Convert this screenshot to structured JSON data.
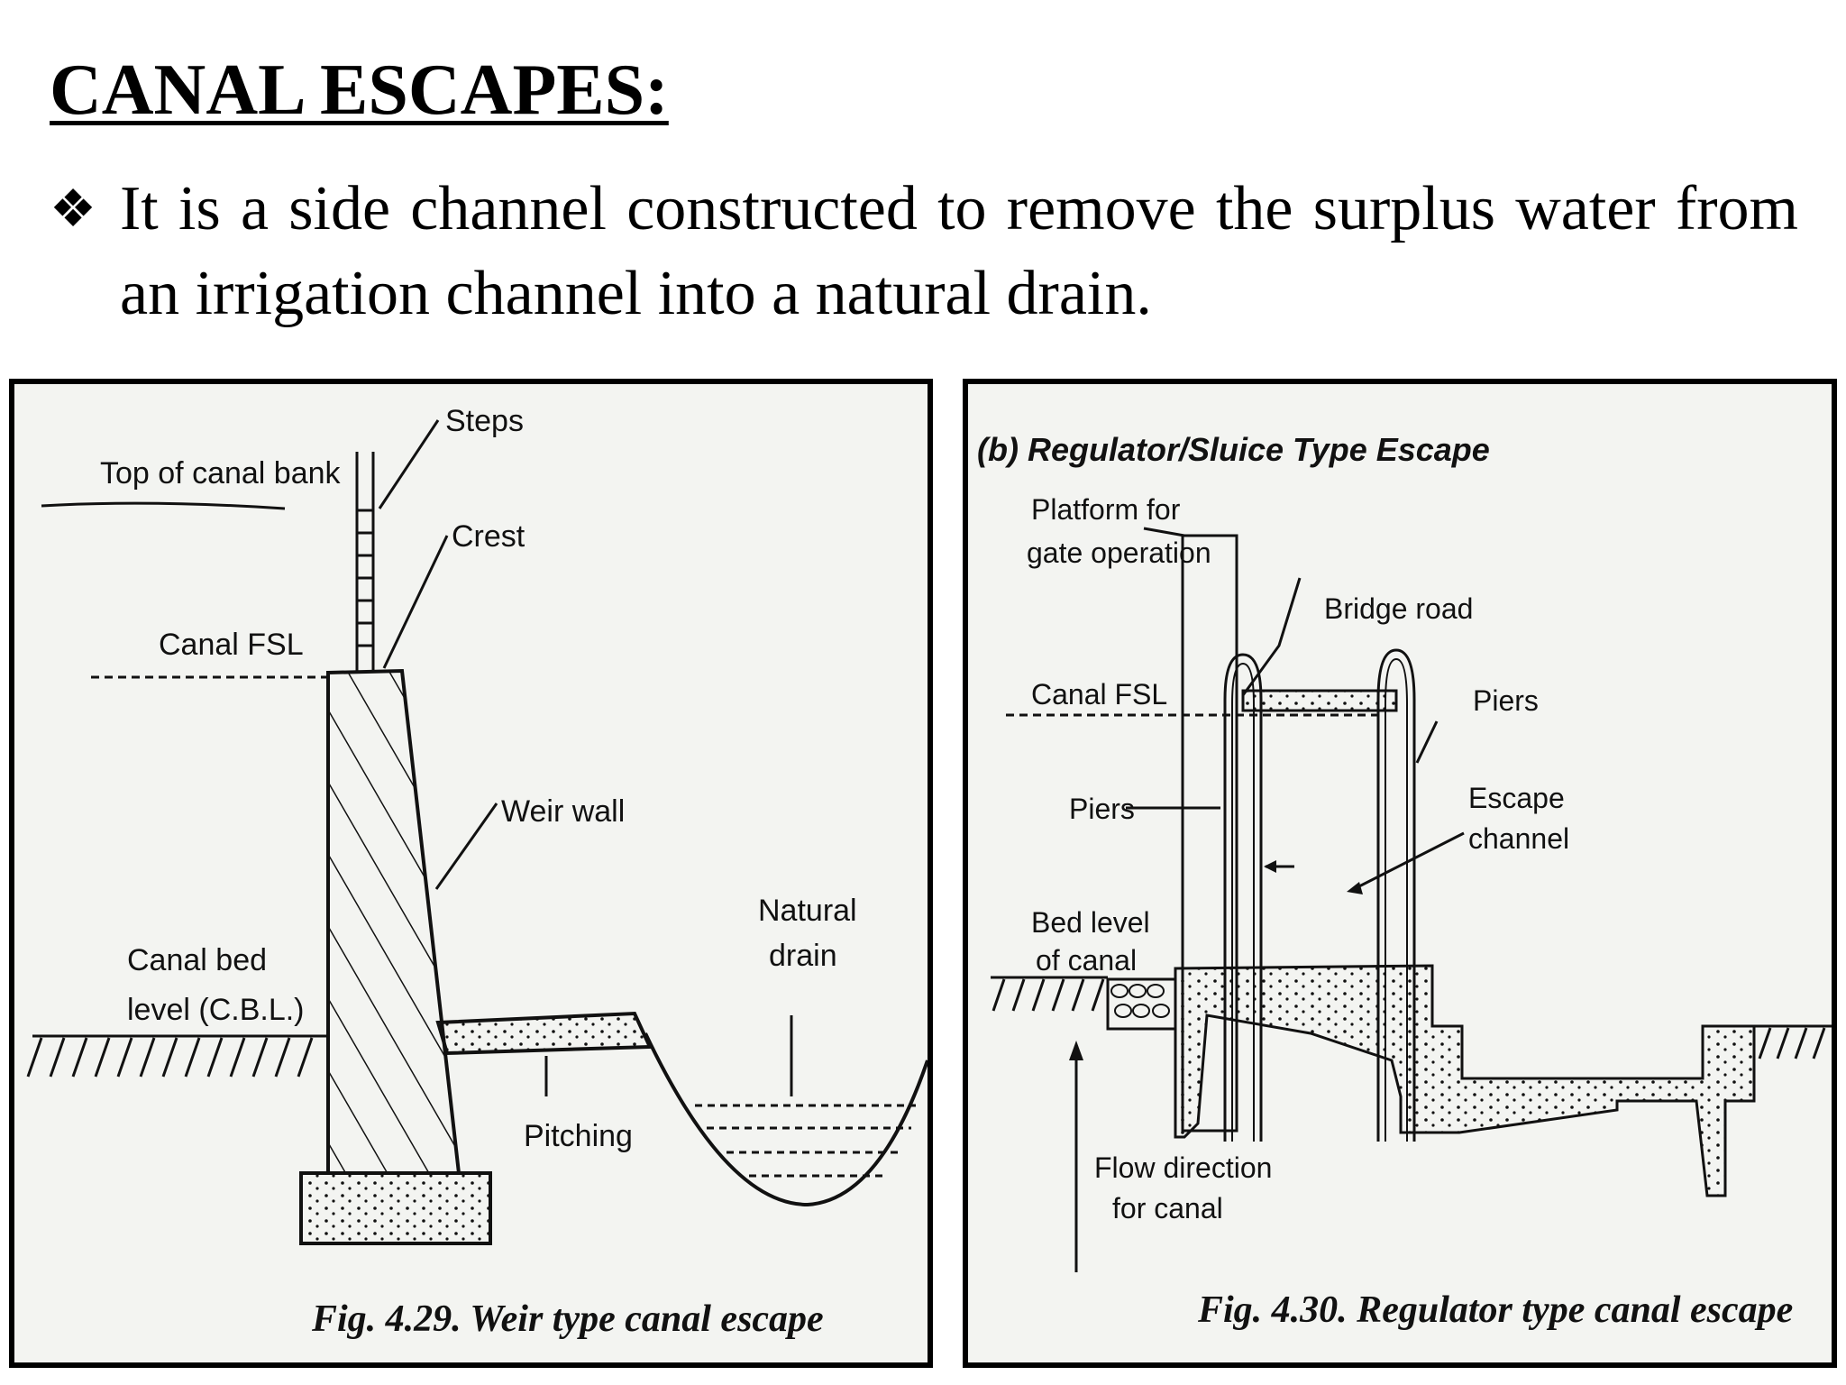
{
  "title": "CANAL ESCAPES:",
  "bullet": {
    "mark": "❖",
    "text": "It is a side channel constructed to remove the surplus water from an irrigation channel into a natural drain."
  },
  "figure_left": {
    "labels": {
      "steps": "Steps",
      "top_bank": "Top of canal bank",
      "crest": "Crest",
      "canal_fsl": "Canal FSL",
      "weir_wall": "Weir wall",
      "natural": "Natural",
      "drain": "drain",
      "canal_bed": "Canal bed",
      "cbl": "level (C.B.L.)",
      "pitching": "Pitching"
    },
    "caption": "Fig. 4.29. Weir type canal escape"
  },
  "figure_right": {
    "subtitle": "(b) Regulator/Sluice Type Escape",
    "labels": {
      "platform1": "Platform for",
      "platform2": "gate operation",
      "bridge_road": "Bridge road",
      "canal_fsl": "Canal FSL",
      "piers_right": "Piers",
      "piers_left": "Piers",
      "escape1": "Escape",
      "escape2": "channel",
      "bed1": "Bed level",
      "bed2": "of canal",
      "flow1": "Flow direction",
      "flow2": "for canal"
    },
    "caption": "Fig. 4.30. Regulator type canal escape"
  }
}
